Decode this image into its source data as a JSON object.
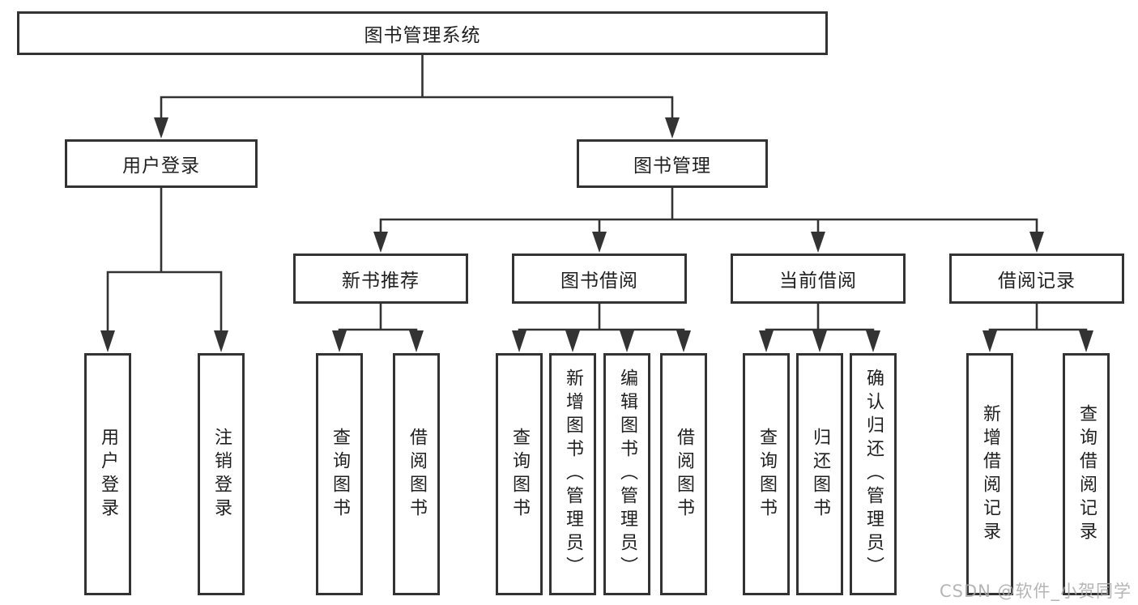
{
  "diagram": {
    "root_label": "图书管理系统",
    "level2": [
      {
        "label": "用户登录"
      },
      {
        "label": "图书管理"
      }
    ],
    "level3": [
      {
        "label": "新书推荐"
      },
      {
        "label": "图书借阅"
      },
      {
        "label": "当前借阅"
      },
      {
        "label": "借阅记录"
      }
    ],
    "leaves": {
      "user_login": [
        "用户登录",
        "注销登录"
      ],
      "new_book_recommend": [
        "查询图书",
        "借阅图书"
      ],
      "book_borrow": [
        "查询图书",
        "新增图书（管理员）",
        "编辑图书（管理员）",
        "借阅图书"
      ],
      "current_borrow": [
        "查询图书",
        "归还图书",
        "确认归还（管理员）"
      ],
      "borrow_records": [
        "新增借阅记录",
        "查询借阅记录"
      ]
    },
    "colors": {
      "line": "#333333",
      "text": "#1f1f1f",
      "background": "#ffffff",
      "watermark": "#a8a8a8"
    }
  },
  "watermark": {
    "text": "CSDN @软件_小贺同学"
  }
}
